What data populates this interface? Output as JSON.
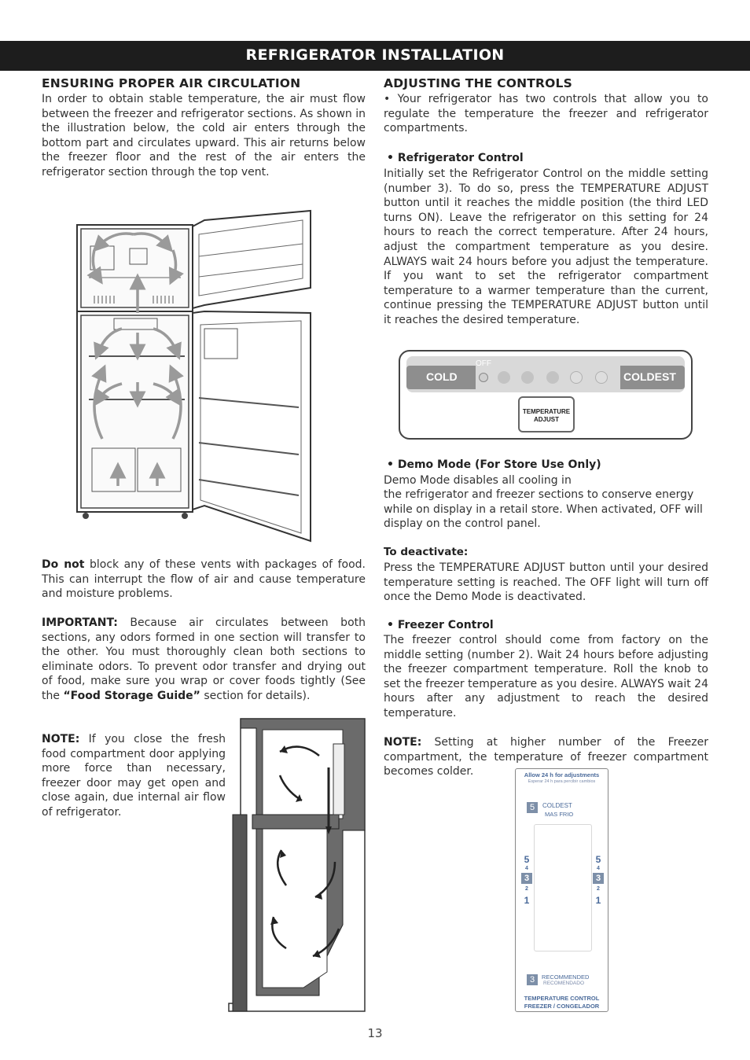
{
  "header": {
    "title": "REFRIGERATOR INSTALLATION"
  },
  "left": {
    "heading": "ENSURING PROPER AIR CIRCULATION",
    "intro": "In order to obtain stable temperature, the air must flow between the freezer and refrigerator sections. As shown in the illustration below, the cold air enters through the bottom part and circulates upward. This air returns below the freezer floor and the rest of the air enters the refrigerator section through the top vent.",
    "donot_label": "Do not",
    "donot_text": " block any of these vents with packages of food. This can interrupt the flow of air and cause temperature and moisture problems.",
    "important_label": "IMPORTANT:",
    "important_text": " Because air circulates between both sections, any odors formed in one section will transfer to the other. You must thoroughly clean both sections to eliminate odors. To prevent odor transfer and drying out of food, make sure you wrap or cover foods tightly (See the ",
    "important_link": "“Food Storage Guide”",
    "important_tail": " section for details).",
    "note_label": "NOTE:",
    "note_text": " If you close the fresh food compartment door applying more force than necessary, freezer door may get open and close again, due internal air flow of refrigerator."
  },
  "right": {
    "heading": "ADJUSTING THE CONTROLS",
    "intro": "• Your refrigerator has two controls that allow you to regulate the temperature the freezer and refrigerator compartments.",
    "fridge_title": "• Refrigerator Control",
    "fridge_text": "Initially set the Refrigerator Control on the middle setting (number 3). To do so, press the TEMPERATURE ADJUST button until it reaches the middle position (the third LED turns ON). Leave the refrigerator on this setting for 24 hours to reach the correct temperature. After 24 hours, adjust the compartment temperature as you desire. ALWAYS wait 24 hours before you adjust the temperature. If you want to set the refrigerator compartment temperature to a warmer temperature than the current, continue pressing the TEMPERATURE ADJUST button until it reaches the desired temperature.",
    "demo_title": "• Demo Mode (For Store Use Only)",
    "demo_line1": "Demo Mode disables all cooling in",
    "demo_text": "the refrigerator and freezer sections to conserve energy while on display in a retail store. When activated, OFF will display on the control panel.",
    "deactivate_title": "To deactivate:",
    "deactivate_text": "Press the TEMPERATURE ADJUST button until your desired temperature setting is reached. The OFF light will turn off once the Demo Mode is deactivated.",
    "freezer_title": "• Freezer Control",
    "freezer_text": "The freezer control should come from factory on the middle setting (number 2). Wait 24 hours before adjusting the freezer compartment temperature. Roll the knob to set the freezer temperature as you desire. ALWAYS wait 24 hours after any adjustment to reach the desired temperature.",
    "note_label": "NOTE:",
    "note_text": " Setting at higher number of the Freezer compartment, the temperature of freezer compartment becomes colder."
  },
  "control_panel": {
    "cold": "COLD",
    "coldest": "COLDEST",
    "off": "OFF",
    "button_line1": "TEMPERATURE",
    "button_line2": "ADJUST"
  },
  "freezer_label": {
    "top_line1": "Allow 24 h for adjustments",
    "top_line2": "Esperar 24 h para percibir cambios",
    "coldest_num": "5",
    "coldest_en": "COLDEST",
    "coldest_es": "MAS FRIO",
    "scale_5": "5",
    "scale_4": "4",
    "scale_3": "3",
    "scale_2": "2",
    "scale_1": "1",
    "recommended_num": "3",
    "recommended_en": "RECOMMENDED",
    "recommended_es": "RECOMENDADO",
    "footer_line1": "TEMPERATURE CONTROL",
    "footer_line2": "FREEZER / CONGELADOR"
  },
  "page_number": "13"
}
